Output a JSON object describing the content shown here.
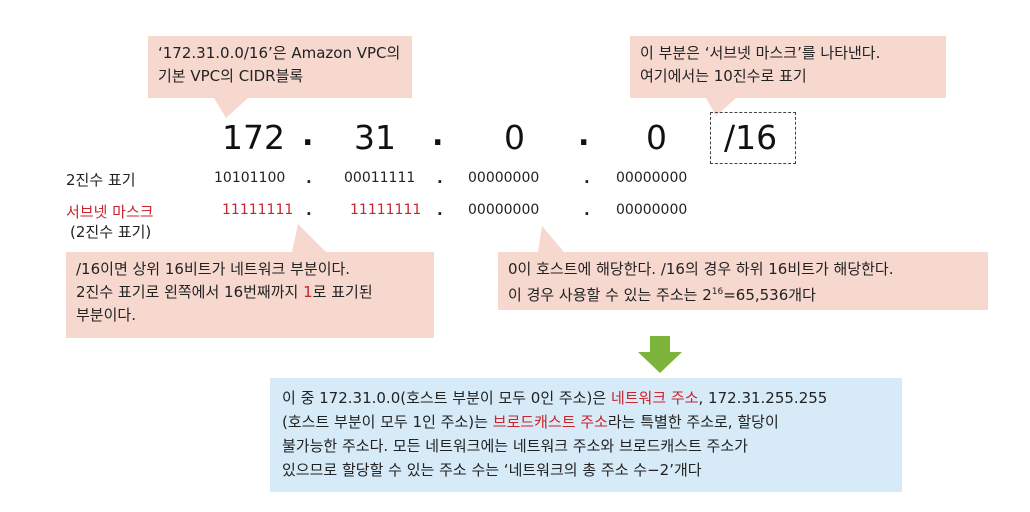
{
  "callouts": {
    "vpc_cidr": {
      "lines": [
        "‘172.31.0.0/16’은 Amazon VPC의",
        "기본 VPC의 CIDR블록"
      ]
    },
    "subnet_mask_part": {
      "lines": [
        "이 부분은 ‘서브넷 마스크’를 나타낸다.",
        "여기에서는 10진수로 표기"
      ]
    },
    "prefix16": {
      "line1": "/16이면 상위 16비트가 네트워크 부분이다.",
      "line2_before": "2진수 표기로 왼쪽에서 16번째까지 ",
      "line2_red": "1",
      "line2_after": "로 표기된",
      "line3": "부분이다."
    },
    "host_zero": {
      "line1": "0이 호스트에 해당한다. /16의 경우 하위 16비트가 해당한다.",
      "line2_before": "이 경우 사용할 수 있는 주소는 2",
      "line2_sup": "16",
      "line2_after": "=65,536개다"
    }
  },
  "address": {
    "octets": [
      "172",
      "31",
      "0",
      "0"
    ],
    "separator": ".",
    "prefix": "/16"
  },
  "binary_row": {
    "label": "2진수 표기",
    "values": [
      "10101100",
      "00011111",
      "00000000",
      "00000000"
    ]
  },
  "mask_row": {
    "label": "서브넷 마스크",
    "label_sub": "(2진수 표기)",
    "values": [
      "11111111",
      "11111111",
      "00000000",
      "00000000"
    ]
  },
  "info": {
    "l1_a": "이 중 172.31.0.0(호스트 부분이 모두 0인 주소)은 ",
    "l1_red": "네트워크 주소",
    "l1_b": ", 172.31.255.255",
    "l2_a": "(호스트 부분이 모두 1인 주소)는 ",
    "l2_red": "브로드캐스트 주소",
    "l2_b": "라는 특별한 주소로, 할당이",
    "l3": "불가능한 주소다. 모든 네트워크에는 네트워크 주소와 브로드캐스트 주소가",
    "l4": "있으므로 할당할 수 있는 주소 수는 ‘네트워크의 총 주소 수−2’개다"
  },
  "colors": {
    "callout_bg": "#f6d8cf",
    "info_bg": "#d6eaf8",
    "accent_red": "#c8252d",
    "arrow_green": "#7cb33b"
  }
}
